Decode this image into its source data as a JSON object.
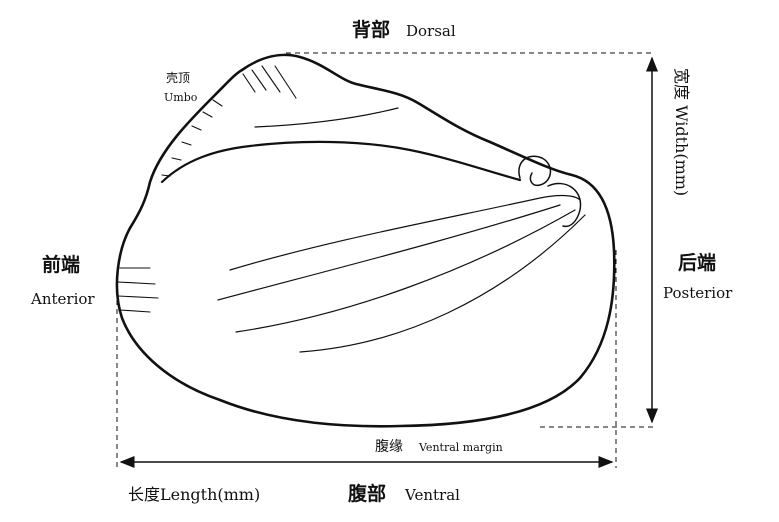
{
  "labels": {
    "dorsal_cn": "背部",
    "dorsal_en": "Dorsal",
    "umbo_cn": "壳顶",
    "umbo_en": "Umbo",
    "anterior_cn": "前端",
    "anterior_en": "Anterior",
    "posterior_cn": "后端",
    "posterior_en": "Posterior",
    "ventral_cn": "腹部",
    "ventral_en": "Ventral",
    "ventral_margin_cn": "腹缘",
    "ventral_margin_en": "Ventral margin",
    "length": "长度Length(mm)",
    "width": "宽度 Width(mm)"
  }
}
